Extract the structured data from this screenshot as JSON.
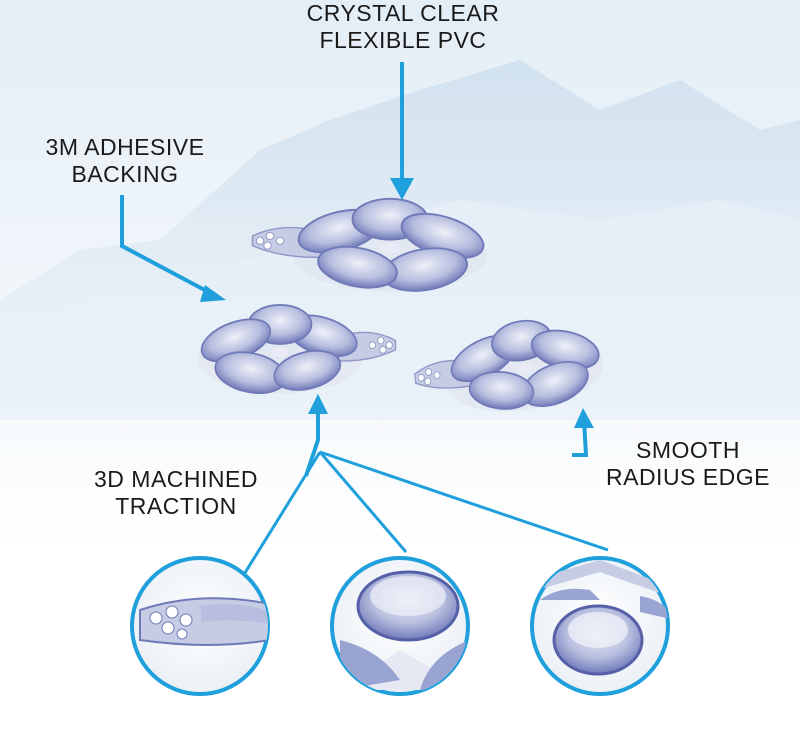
{
  "colors": {
    "accent": "#1fa0dc",
    "text": "#1a1a1a",
    "petal": "#9aa4d2",
    "petal_dark": "#5560a8",
    "sky": "#e4eef6"
  },
  "labels": {
    "crystal_clear": {
      "line1": "CRYSTAL CLEAR",
      "line2": "FLEXIBLE PVC"
    },
    "adhesive": {
      "line1": "3M ADHESIVE",
      "line2": "BACKING"
    },
    "radius_edge": {
      "line1": "SMOOTH",
      "line2": "RADIUS EDGE"
    },
    "traction": {
      "line1": "3D MACHINED",
      "line2": "TRACTION"
    }
  },
  "products": [
    {
      "name": "top-flower-appliqué"
    },
    {
      "name": "left-flower-appliqué"
    },
    {
      "name": "right-flower-appliqué"
    }
  ],
  "detail_views": [
    {
      "name": "adhesive-detail"
    },
    {
      "name": "petal-edge-detail"
    },
    {
      "name": "traction-surface-detail"
    }
  ]
}
